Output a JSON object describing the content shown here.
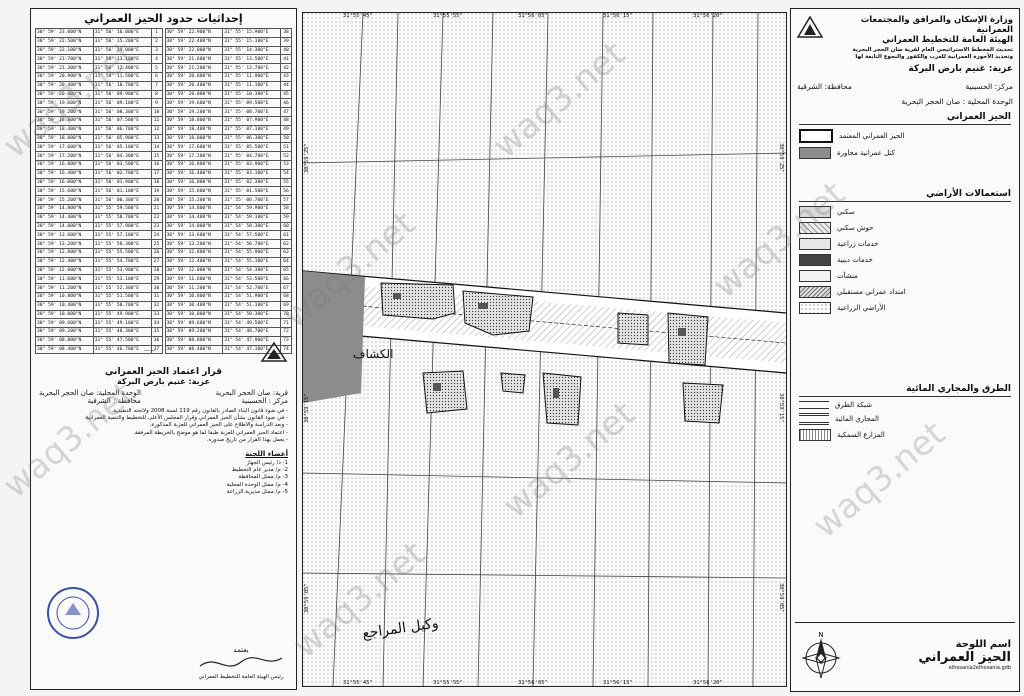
{
  "left_panel": {
    "coords_title": "إحداثيات حدود الحيز العمراني",
    "coords_left": [
      [
        "30° 59' 23.000\"N",
        "31° 56' 16.000\"E",
        "1"
      ],
      [
        "30° 59' 22.500\"N",
        "31° 56' 15.200\"E",
        "2"
      ],
      [
        "30° 59' 22.100\"N",
        "31° 56' 14.000\"E",
        "3"
      ],
      [
        "30° 59' 21.700\"N",
        "31° 56' 13.100\"E",
        "4"
      ],
      [
        "30° 59' 21.300\"N",
        "31° 56' 12.400\"E",
        "5"
      ],
      [
        "30° 59' 20.900\"N",
        "31° 56' 11.500\"E",
        "6"
      ],
      [
        "30° 59' 20.400\"N",
        "31° 56' 10.700\"E",
        "7"
      ],
      [
        "30° 59' 20.000\"N",
        "31° 56' 09.900\"E",
        "8"
      ],
      [
        "30° 59' 19.600\"N",
        "31° 56' 09.100\"E",
        "9"
      ],
      [
        "30° 59' 19.200\"N",
        "31° 56' 08.300\"E",
        "10"
      ],
      [
        "30° 59' 18.800\"N",
        "31° 56' 07.500\"E",
        "11"
      ],
      [
        "30° 59' 18.400\"N",
        "31° 56' 06.700\"E",
        "12"
      ],
      [
        "30° 59' 18.000\"N",
        "31° 56' 05.900\"E",
        "13"
      ],
      [
        "30° 59' 17.600\"N",
        "31° 56' 05.100\"E",
        "14"
      ],
      [
        "30° 59' 17.200\"N",
        "31° 56' 04.300\"E",
        "15"
      ],
      [
        "30° 59' 16.800\"N",
        "31° 56' 03.500\"E",
        "16"
      ],
      [
        "30° 59' 16.400\"N",
        "31° 56' 02.700\"E",
        "17"
      ],
      [
        "30° 59' 16.000\"N",
        "31° 56' 01.900\"E",
        "18"
      ],
      [
        "30° 59' 15.600\"N",
        "31° 56' 01.100\"E",
        "19"
      ],
      [
        "30° 59' 15.200\"N",
        "31° 56' 00.300\"E",
        "20"
      ],
      [
        "30° 59' 14.800\"N",
        "31° 55' 59.500\"E",
        "21"
      ],
      [
        "30° 59' 14.400\"N",
        "31° 55' 58.700\"E",
        "22"
      ],
      [
        "30° 59' 14.000\"N",
        "31° 55' 57.900\"E",
        "23"
      ],
      [
        "30° 59' 13.600\"N",
        "31° 55' 57.100\"E",
        "24"
      ],
      [
        "30° 59' 13.200\"N",
        "31° 55' 56.300\"E",
        "25"
      ],
      [
        "30° 59' 12.800\"N",
        "31° 55' 55.500\"E",
        "26"
      ],
      [
        "30° 59' 12.400\"N",
        "31° 55' 54.700\"E",
        "27"
      ],
      [
        "30° 59' 12.000\"N",
        "31° 55' 53.900\"E",
        "28"
      ],
      [
        "30° 59' 11.600\"N",
        "31° 55' 53.100\"E",
        "29"
      ],
      [
        "30° 59' 11.200\"N",
        "31° 55' 52.300\"E",
        "30"
      ],
      [
        "30° 59' 10.800\"N",
        "31° 55' 51.500\"E",
        "31"
      ],
      [
        "30° 59' 10.400\"N",
        "31° 55' 50.700\"E",
        "32"
      ],
      [
        "30° 59' 10.000\"N",
        "31° 55' 49.900\"E",
        "33"
      ],
      [
        "30° 59' 09.600\"N",
        "31° 55' 49.100\"E",
        "34"
      ],
      [
        "30° 59' 09.200\"N",
        "31° 55' 48.300\"E",
        "35"
      ],
      [
        "30° 59' 08.800\"N",
        "31° 55' 47.500\"E",
        "36"
      ],
      [
        "30° 59' 08.400\"N",
        "31° 55' 46.700\"E",
        "37"
      ]
    ],
    "coords_right": [
      [
        "30° 59' 22.900\"N",
        "31° 55' 15.900\"E",
        "38"
      ],
      [
        "30° 59' 22.400\"N",
        "31° 55' 15.100\"E",
        "39"
      ],
      [
        "30° 59' 22.000\"N",
        "31° 55' 14.300\"E",
        "40"
      ],
      [
        "30° 59' 21.600\"N",
        "31° 55' 13.500\"E",
        "41"
      ],
      [
        "30° 59' 21.200\"N",
        "31° 55' 12.700\"E",
        "42"
      ],
      [
        "30° 59' 20.800\"N",
        "31° 55' 11.900\"E",
        "43"
      ],
      [
        "30° 59' 20.400\"N",
        "31° 55' 11.100\"E",
        "44"
      ],
      [
        "30° 59' 20.000\"N",
        "31° 55' 10.300\"E",
        "45"
      ],
      [
        "30° 59' 19.600\"N",
        "31° 55' 09.500\"E",
        "46"
      ],
      [
        "30° 59' 19.200\"N",
        "31° 55' 08.700\"E",
        "47"
      ],
      [
        "30° 59' 18.800\"N",
        "31° 55' 07.900\"E",
        "48"
      ],
      [
        "30° 59' 18.400\"N",
        "31° 55' 07.100\"E",
        "49"
      ],
      [
        "30° 59' 18.000\"N",
        "31° 55' 06.300\"E",
        "50"
      ],
      [
        "30° 59' 17.600\"N",
        "31° 55' 05.500\"E",
        "51"
      ],
      [
        "30° 59' 17.200\"N",
        "31° 55' 04.700\"E",
        "52"
      ],
      [
        "30° 59' 16.800\"N",
        "31° 55' 03.900\"E",
        "53"
      ],
      [
        "30° 59' 16.400\"N",
        "31° 55' 03.100\"E",
        "54"
      ],
      [
        "30° 59' 16.000\"N",
        "31° 55' 02.300\"E",
        "55"
      ],
      [
        "30° 59' 15.600\"N",
        "31° 55' 01.500\"E",
        "56"
      ],
      [
        "30° 59' 15.200\"N",
        "31° 55' 00.700\"E",
        "57"
      ],
      [
        "30° 59' 14.800\"N",
        "31° 54' 59.900\"E",
        "58"
      ],
      [
        "30° 59' 14.400\"N",
        "31° 54' 59.100\"E",
        "59"
      ],
      [
        "30° 59' 14.000\"N",
        "31° 54' 58.300\"E",
        "60"
      ],
      [
        "30° 59' 13.600\"N",
        "31° 54' 57.500\"E",
        "61"
      ],
      [
        "30° 59' 13.200\"N",
        "31° 54' 56.700\"E",
        "62"
      ],
      [
        "30° 59' 12.800\"N",
        "31° 54' 55.900\"E",
        "63"
      ],
      [
        "30° 59' 12.400\"N",
        "31° 54' 55.100\"E",
        "64"
      ],
      [
        "30° 59' 12.000\"N",
        "31° 54' 54.300\"E",
        "65"
      ],
      [
        "30° 59' 11.600\"N",
        "31° 54' 53.500\"E",
        "66"
      ],
      [
        "30° 59' 11.200\"N",
        "31° 54' 52.700\"E",
        "67"
      ],
      [
        "30° 59' 10.800\"N",
        "31° 54' 51.900\"E",
        "68"
      ],
      [
        "30° 59' 10.400\"N",
        "31° 54' 51.100\"E",
        "69"
      ],
      [
        "30° 59' 10.000\"N",
        "31° 54' 50.300\"E",
        "70"
      ],
      [
        "30° 59' 09.600\"N",
        "31° 54' 49.500\"E",
        "71"
      ],
      [
        "30° 59' 09.200\"N",
        "31° 54' 48.700\"E",
        "72"
      ],
      [
        "30° 59' 08.800\"N",
        "31° 54' 47.900\"E",
        "73"
      ],
      [
        "30° 59' 08.400\"N",
        "31° 54' 47.100\"E",
        "74"
      ]
    ],
    "decree_title": "قرار اعتماد الحيز العمراني",
    "decree_village": "عزبة: غنيم بارض البركة",
    "decree_info_left": [
      "الوحدة المحلية: صان الحجر البحرية",
      "محافظة : الشرقية"
    ],
    "decree_info_right": [
      "قرية: صان الحجر البحرية",
      "مركز : الحسينية"
    ],
    "decree_paragraphs": [
      "- في ضوء قانون البناء الصادر بالقانون رقم 119 لسنة 2008 ولائحته التنفيذية.",
      "- في ضوء القانون بشأن الحيز العمراني وقرار المجلس الأعلى للتخطيط والتنمية العمرانية.",
      "- وبعد الدراسة والاطلاع على الحيز العمراني للعزبة المذكورة.",
      "- اعتماد الحيز العمراني للعزبة طبقا لما هو موضح بالخريطة المرفقة.",
      "- يعمل بهذا القرار من تاريخ صدوره."
    ],
    "committee_title": "أعضاء اللجنة",
    "committee": [
      "1- د/ رئيس الجهاز",
      "2- م/ مدير عام التخطيط",
      "3- م/ ممثل المحافظة",
      "4- م/ ممثل الوحدة المحلية",
      "5- م/ ممثل مديرية الزراعة"
    ],
    "signature_label": "يعتمد",
    "signature_name": "رئيس الهيئة العامة للتخطيط العمراني"
  },
  "map": {
    "top_ticks": [
      "31°55'45\"",
      "31°55'55\"",
      "31°56'05\"",
      "31°56'15\"",
      "31°56'20\""
    ],
    "bottom_ticks": [
      "31°55'45\"",
      "31°55'55\"",
      "31°56'05\"",
      "31°56'15\"",
      "31°56'20\""
    ],
    "left_ticks": [
      "30°59'25\"",
      "30°59'15\"",
      "30°59'05\""
    ],
    "right_ticks": [
      "30°59'25\"",
      "30°59'15\"",
      "30°59'05\""
    ],
    "canal_label": "الكشاف",
    "handwritten_note": "وكيل المراجع"
  },
  "right_panel": {
    "ministry": "وزارة الإسكان والمرافق والمجتمعات العمرانية",
    "authority": "الهيئة العامة للتخطيط العمراني",
    "project_line1": "تحديث المخطط الاستراتيجي العام لقرية صان الحجر البحرية",
    "project_line2": "وتحديد الأحوزة العمرانية للعزب والكفور والنجوع التابعة لها",
    "village": "عزبة: غنيم بارض البركة",
    "markaz": "مركز: الحسينية",
    "governorate": "محافظة: الشرقية",
    "local_unit": "الوحدة المحلية : صان الحجر البحرية",
    "urban_area_title": "الحيز العمراني",
    "urban_area_items": [
      {
        "label": "الحيز العمراني المعتمد",
        "swatch": "#ffffff"
      },
      {
        "label": "كتل عمرانية مجاورة",
        "swatch": "#8c8c8c"
      }
    ],
    "land_use_title": "استعمالات الأراضي",
    "land_use_items": [
      {
        "label": "سكني",
        "swatch": "#d9d9d9"
      },
      {
        "label": "حوش سكني",
        "swatch": "#c8c8c8"
      },
      {
        "label": "خدمات زراعية",
        "swatch": "#e6e6e6"
      },
      {
        "label": "خدمات دينية",
        "swatch": "#444444"
      },
      {
        "label": "منشآت",
        "swatch": "#f2f2f2"
      },
      {
        "label": "امتداد عمراني مستقبلي",
        "swatch": "#bdbdbd"
      },
      {
        "label": "الأراضي الزراعية",
        "swatch": "#ffffff"
      }
    ],
    "roads_title": "الطرق والمجاري المائية",
    "roads_items": [
      {
        "label": "شبكة الطرق",
        "swatch": "#ffffff"
      },
      {
        "label": "المجاري المائية",
        "swatch": "#ffffff"
      },
      {
        "label": "المزارع السمكية",
        "swatch": "#ffffff"
      }
    ],
    "sheet_label": "اسم اللوحة",
    "sheet_name": "الحيز العمراني",
    "file_name": "elhosania2elhosania.gdb",
    "north_label": "N"
  },
  "watermark": "waq3.net"
}
